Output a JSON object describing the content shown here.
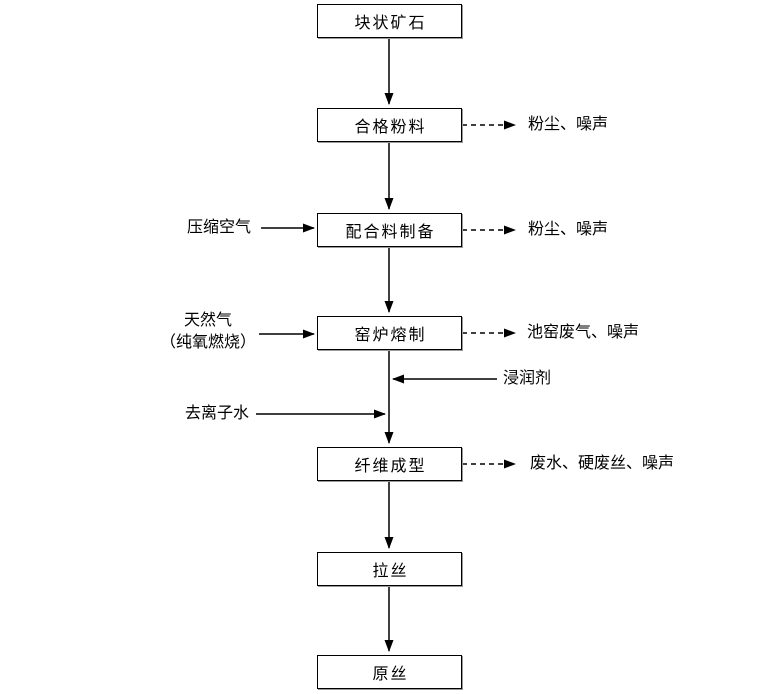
{
  "diagram": {
    "type": "flowchart",
    "boxes": [
      {
        "label": "块状矿石"
      },
      {
        "label": "合格粉料"
      },
      {
        "label": "配合料制备"
      },
      {
        "label": "窑炉熔制"
      },
      {
        "label": "纤维成型"
      },
      {
        "label": "拉丝"
      },
      {
        "label": "原丝"
      }
    ],
    "side_inputs": [
      {
        "label": "压缩空气",
        "target": "配合料制备",
        "arrow": "solid-right"
      },
      {
        "label_line1": "天然气",
        "label_line2": "（纯氧燃烧）",
        "target": "窑炉熔制",
        "arrow": "solid-right"
      },
      {
        "label": "浸润剂",
        "target": "纤维成型",
        "arrow": "solid-left"
      },
      {
        "label": "去离子水",
        "target": "纤维成型",
        "arrow": "solid-right"
      }
    ],
    "emissions": [
      {
        "label": "粉尘、噪声",
        "source": "合格粉料",
        "arrow": "dashed-right"
      },
      {
        "label": "粉尘、噪声",
        "source": "配合料制备",
        "arrow": "dashed-right"
      },
      {
        "label": "池窑废气、噪声",
        "source": "窑炉熔制",
        "arrow": "dashed-right"
      },
      {
        "label": "废水、硬废丝、噪声",
        "source": "纤维成型",
        "arrow": "dashed-right"
      }
    ],
    "colors": {
      "line": "#000000",
      "box_border": "#000000",
      "box_fill": "#ffffff",
      "background": "#ffffff",
      "text": "#000000"
    }
  }
}
